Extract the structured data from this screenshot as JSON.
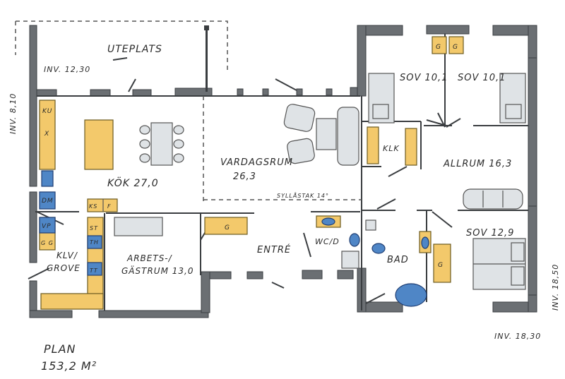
{
  "colors": {
    "wall": "#6b6f73",
    "appliance_yellow": "#f3c96b",
    "fixture_blue": "#4f86c6",
    "furniture_grey": "#dfe3e6"
  },
  "outdoor": {
    "terrace": "UTEPLATS",
    "level_terrace": "INV. 12,30",
    "level_left": "INV. 8,10",
    "level_right": "INV. 18,50",
    "level_bottom": "INV. 18,30"
  },
  "rooms": {
    "kitchen": "KÖK 27,0",
    "living_line1": "VARDAGSRUM",
    "living_line2": "26,3",
    "roof_note": "SYLLÅSTAK 14°",
    "bedroom_left": "SOV 10,1",
    "bedroom_right": "SOV 10,1",
    "closet": "KLK",
    "family_room": "ALLRUM 16,3",
    "bedroom_main": "SOV 12,9",
    "entrance": "ENTRÉ",
    "wc": "WC/D",
    "bath": "BAD",
    "laundry_line1": "KLV/",
    "laundry_line2": "GROVE",
    "office_line1": "ARBETS-/",
    "office_line2": "GÄSTRUM 13,0"
  },
  "appliances": {
    "ku": "KU",
    "x": "X",
    "dm": "DM",
    "ks": "KS",
    "f": "F",
    "vp": "VP",
    "gg": "G G",
    "st": "ST",
    "th": "TH",
    "tt": "TT",
    "g_hall": "G",
    "g_bed1": "G",
    "g_bed2": "G",
    "g_main": "G"
  },
  "plan": {
    "title": "PLAN",
    "area": "153,2 M²"
  }
}
